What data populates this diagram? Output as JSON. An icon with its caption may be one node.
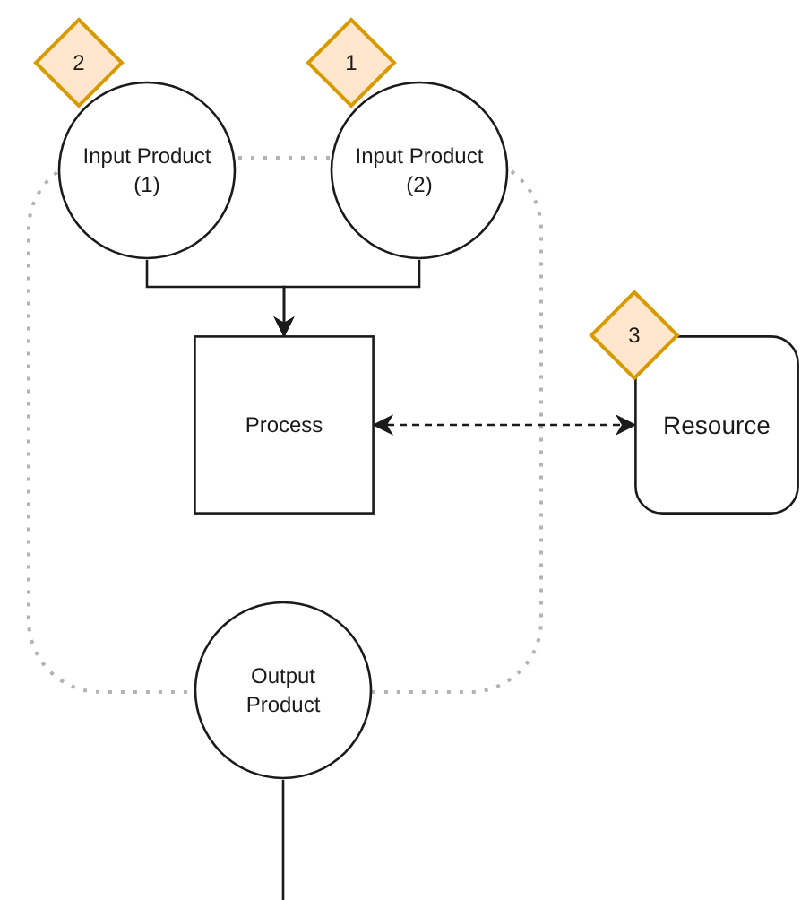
{
  "diagram": {
    "nodes": [
      {
        "text": [
          "2"
        ]
      },
      {
        "text": [
          "1"
        ]
      },
      {
        "text": [
          "Input Product (1)"
        ]
      },
      {
        "text": [
          "Input Product (2)"
        ]
      },
      {
        "text": [
          "Process"
        ]
      },
      {
        "text": [
          "3"
        ]
      },
      {
        "text": [
          "Resource"
        ]
      },
      {
        "text": [
          "Output Product"
        ]
      }
    ],
    "edges": [
      {
        "from": 2,
        "to": 4,
        "arrow": "to"
      },
      {
        "from": 3,
        "to": 4,
        "arrow": "to"
      },
      {
        "from": 4,
        "to": 6,
        "arrow": "both",
        "style": "dashed"
      },
      {
        "from": 7,
        "to": null,
        "arrow": "none"
      }
    ]
  }
}
